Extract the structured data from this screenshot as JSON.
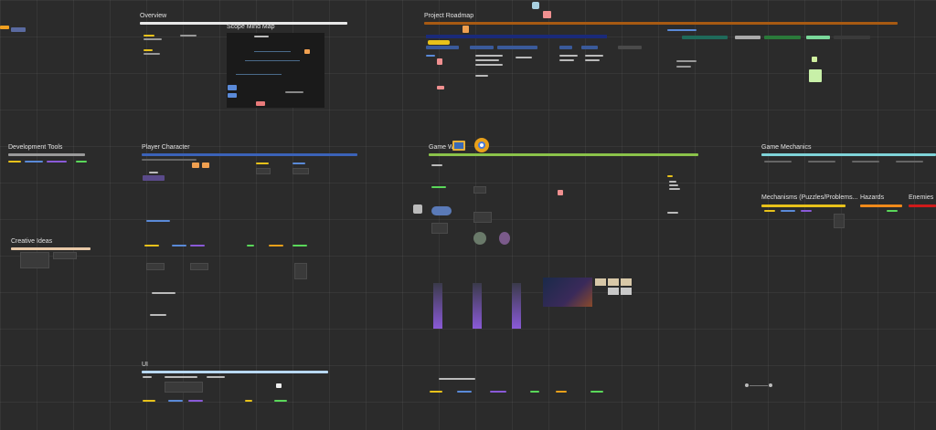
{
  "sections": {
    "overview": "Overview",
    "scope_mind_map": "Scope Mind Map",
    "project_roadmap": "Project Roadmap",
    "development_tools": "Development Tools",
    "player_character": "Player Character",
    "game_world": "Game World",
    "game_mechanics": "Game Mechanics",
    "creative_ideas": "Creative Ideas",
    "mechanisms": "Mechanisms (Puzzles/Problems...",
    "hazards": "Hazards",
    "enemies": "Enemies",
    "ui": "UI"
  },
  "colors": {
    "canvas": "#2b2b2b",
    "overview_bar": "#e8e8e8",
    "roadmap_bar": "#a85a12",
    "dev_tools_bar": "#9a9a9a",
    "player_bar": "#3b62b8",
    "world_bar": "#8bc34a",
    "mechanics_bar": "#7fd3d8",
    "creative_bar": "#e8c9a8",
    "mechanisms_bar": "#e8c21a",
    "hazards_bar": "#f08a1a",
    "enemies_bar": "#d01a1a",
    "ui_bar": "#b8d8f8"
  },
  "icons": {
    "folder": "folder-icon",
    "blender": "blender-icon"
  }
}
